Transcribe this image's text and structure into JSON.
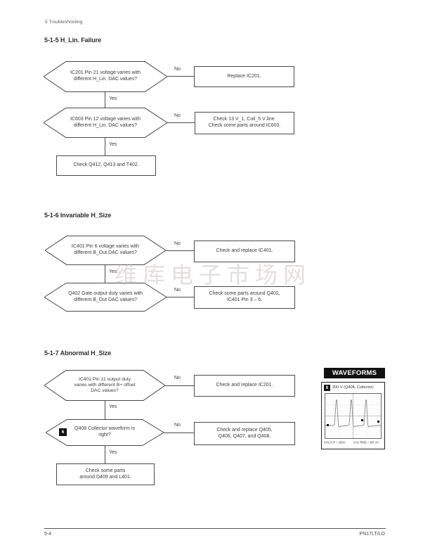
{
  "page": {
    "header": "5 Troubleshooting",
    "footer_left": "5-4",
    "footer_right": "PN17LT/LO",
    "watermark": "维库电子市场网"
  },
  "labels": {
    "no": "No",
    "yes": "Yes"
  },
  "sections": [
    {
      "title": "5-1-5 H_Lin. Failure",
      "decision1": "IC201 Pin 21 voltage varies with\ndifferent H_Lin. DAC values?",
      "result1": "Replace IC201.",
      "decision2": "IC603 Pin 12 voltage varies with\ndifferent H_Lin. DAC values?",
      "result2": "Check 13 V_1, Coil_5 V line.\nCheck some parts around IC603.",
      "result3": "Check Q412, Q413 and T402."
    },
    {
      "title": "5-1-6 Invariable H_Size",
      "decision1": "IC401 Pin 6 voltage varies with\ndifferent B_Out DAC values?",
      "result1": "Check and replace IC401.",
      "decision2": "Q402 Gate output duty varies with\ndifferent B_Out DAC values?",
      "result2": "Check some parts around Q402,\nIC401 Pin 3 – 6."
    },
    {
      "title": "5-1-7 Abnormal H_Size",
      "decision1": "IC401 Pin 11 output duty\nvaries with different B+ offset\nDAC values?",
      "result1": "Check and replace IC201.",
      "decision2": "Q408 Collector waveform is\nright?",
      "decision2_badge": "6",
      "result2": "Check and replace Q405,\nQ406, Q407, and Q408.",
      "result3": "Check some parts\naround D409 and L401."
    }
  ],
  "waveforms": {
    "title": "WAVEFORMS",
    "badge": "6",
    "caption": "200 V (Q408, Collector)",
    "ch1_pp": "CH1 P-P = 200V",
    "ch1_rms": "CH1 RMS = 387.2V"
  }
}
